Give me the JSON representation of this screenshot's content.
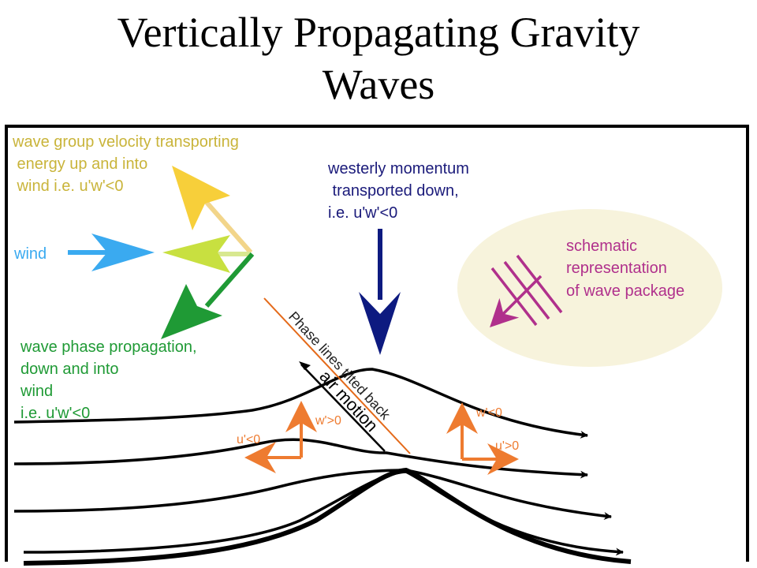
{
  "title": {
    "line1": "Vertically Propagating Gravity",
    "line2": "Waves"
  },
  "colors": {
    "group_velocity": "#c9b43a",
    "group_arrow": "#f7cf3a",
    "wind": "#3aaaf0",
    "phase_arrow": "#c8e040",
    "phase_propagation": "#1f9a35",
    "momentum": "#1a1a7a",
    "momentum_arrow": "#0d1a80",
    "wave_package": "#b0308c",
    "wave_package_bg": "#f7f3dc",
    "perturbation": "#ee7b30",
    "phase_line": "#e46a1a"
  },
  "labels": {
    "group_velocity": [
      "wave group velocity transporting",
      " energy up and into",
      " wind i.e. u'w'<0"
    ],
    "wind": "wind",
    "phase_propagation": [
      "wave phase propagation,",
      "down and into",
      "wind",
      "i.e. u'w'<0"
    ],
    "momentum": [
      "westerly momentum",
      " transported down,",
      "i.e. u'w'<0"
    ],
    "wave_package": [
      "schematic",
      "representation",
      "of wave package"
    ],
    "phase_lines": "Phase lines tilted back",
    "air_motion": "air motion",
    "left_u": "u'<0",
    "left_w": "w'>0",
    "right_w": "w'<0",
    "right_u": "u'>0"
  }
}
